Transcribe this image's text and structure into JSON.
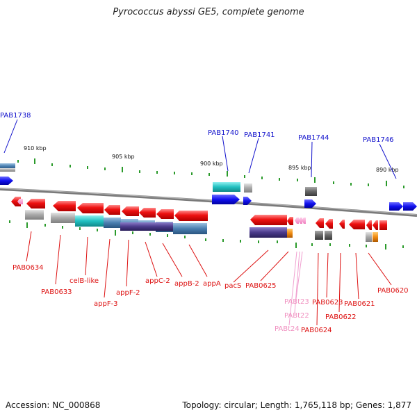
{
  "title": "Pyrococcus abyssi GE5, complete genome",
  "footer": {
    "accession": "Accession: NC_000868",
    "stats": "Topology: circular; Length: 1,765,118 bp; Genes: 1,877"
  },
  "colors": {
    "forward_gene": "#ee1111",
    "reverse_gene": "#ee1111",
    "rna": "#f0a0d0",
    "cyan": "#20c0c0",
    "steel": "#4a7fb0",
    "purple": "#4a3a8a",
    "gray": "#a8a8a8",
    "dark_gray": "#666666",
    "orange": "#f08a10",
    "blue_gene": "#1010ee",
    "scale_tick": "#2a9a2a",
    "red_label": "#dd1111",
    "blue_label": "#1111cc",
    "pink_label": "#f090c0"
  },
  "scale_labels": [
    "910 kbp",
    "905 kbp",
    "900 kbp",
    "895 kbp",
    "890 kbp"
  ],
  "top_labels": [
    "PAB1738",
    "PAB1740",
    "PAB1741",
    "PAB1744",
    "PAB1746"
  ],
  "bottom_labels": [
    "PAB0634",
    "PAB0633",
    "celB-like",
    "appF-3",
    "appF-2",
    "appC-2",
    "appB-2",
    "appA",
    "pacS",
    "PAB0625",
    "PABt23",
    "PABt22",
    "PABt24",
    "PAB0624",
    "PAB0623",
    "PAB0622",
    "PAB0621",
    "PAB0620"
  ]
}
